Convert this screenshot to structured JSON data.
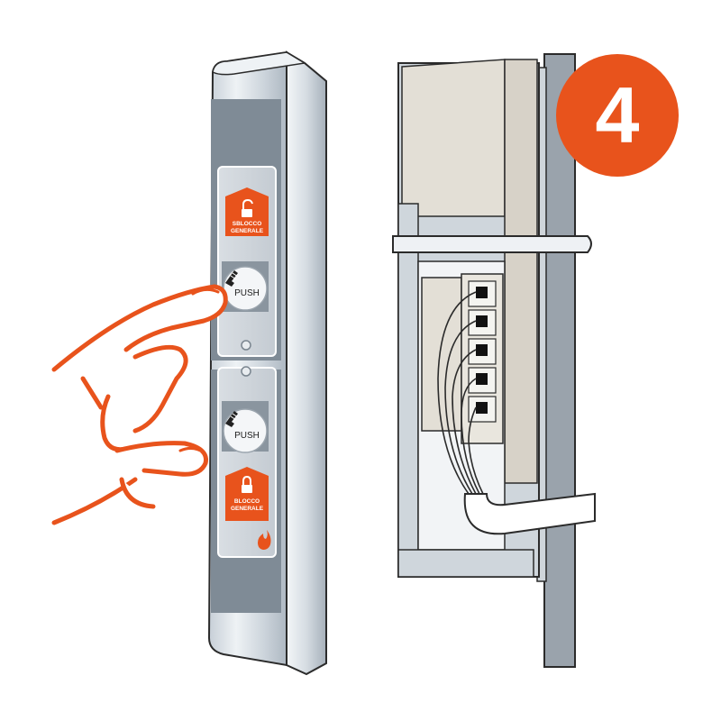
{
  "step": {
    "number": "4",
    "color": "#e8531c"
  },
  "panel": {
    "top_badge": {
      "line1": "SBLOCCO",
      "line2": "GENERALE"
    },
    "top_button": {
      "label": "PUSH"
    },
    "bottom_button": {
      "label": "PUSH"
    },
    "bottom_badge": {
      "line1": "BLOCCO",
      "line2": "GENERALE"
    }
  },
  "colors": {
    "accent": "#e8531c",
    "steel_light": "#e9eef3",
    "steel_mid": "#b7c1cb",
    "steel_dark": "#8c97a2",
    "wall": "#e3dfd6",
    "outline": "#2b2b2b"
  },
  "icons": [
    "unlock-icon",
    "lock-icon",
    "key-icon",
    "flame-icon",
    "hand-icon"
  ],
  "terminals": {
    "count": 5
  }
}
